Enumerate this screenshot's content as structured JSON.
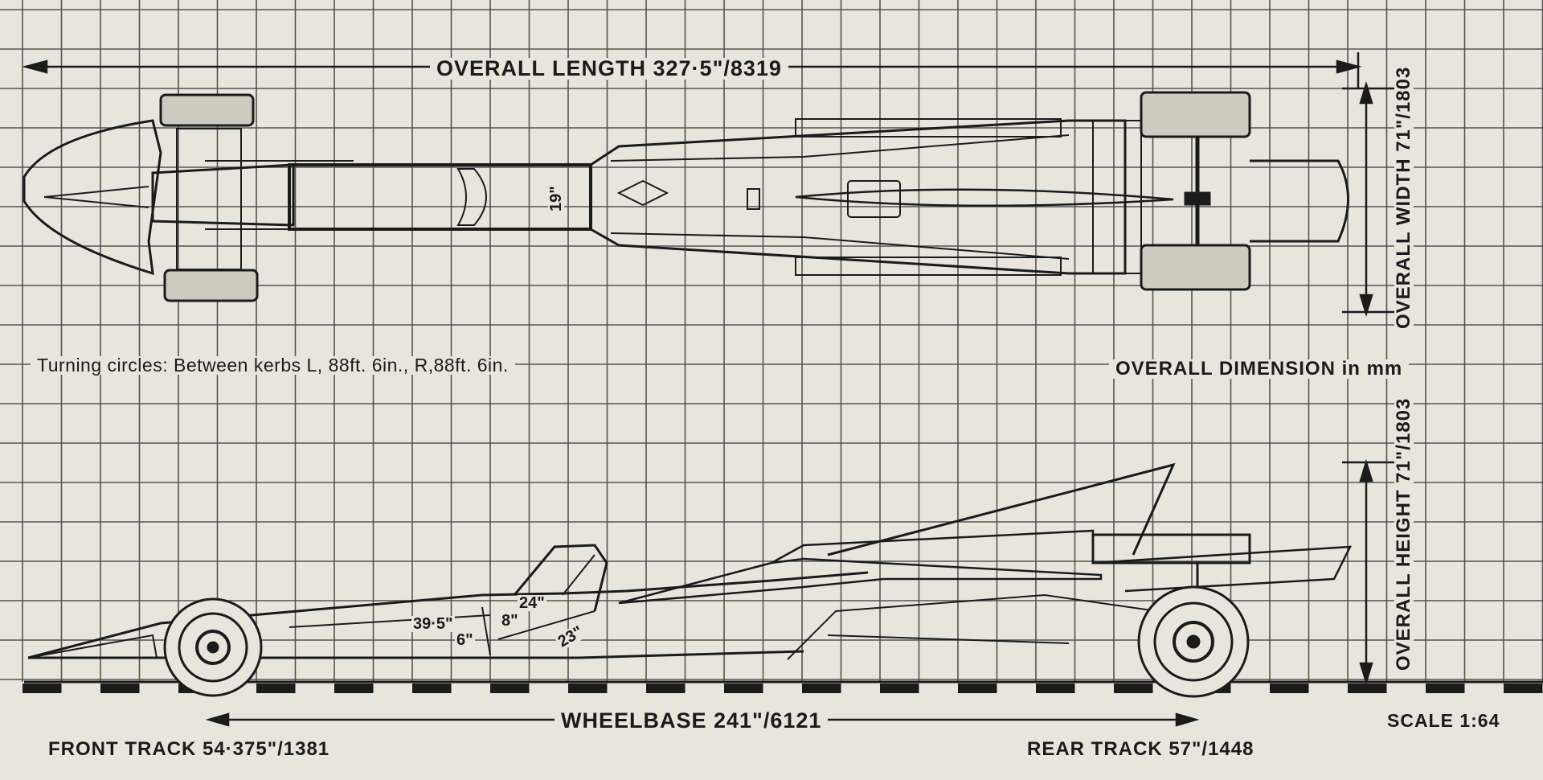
{
  "drawing": {
    "overall_length": "OVERALL LENGTH  327·5\"/8319",
    "overall_width": "OVERALL WIDTH  71\"/1803",
    "overall_height": "OVERALL HEIGHT  71\"/1803",
    "overall_dimension": "OVERALL DIMENSION in mm",
    "turning_circles": "Turning circles: Between kerbs L, 88ft.  6in., R,88ft.  6in.",
    "wheelbase": "WHEELBASE  241\"/6121",
    "front_track": "FRONT TRACK  54·375\"/1381",
    "rear_track": "REAR TRACK  57\"/1448",
    "scale": "SCALE 1:64",
    "dim_cockpit_width": "19\"",
    "dim_seat_length": "39·5\"",
    "dim_roll_hoop": "24\"",
    "dim_backrest": "8\"",
    "dim_seat_height": "6\"",
    "dim_seat_angle": "23\""
  },
  "colors": {
    "paper": "#e9e5dc",
    "ink": "#1b1b1b",
    "grid": "#3a3a3a"
  }
}
